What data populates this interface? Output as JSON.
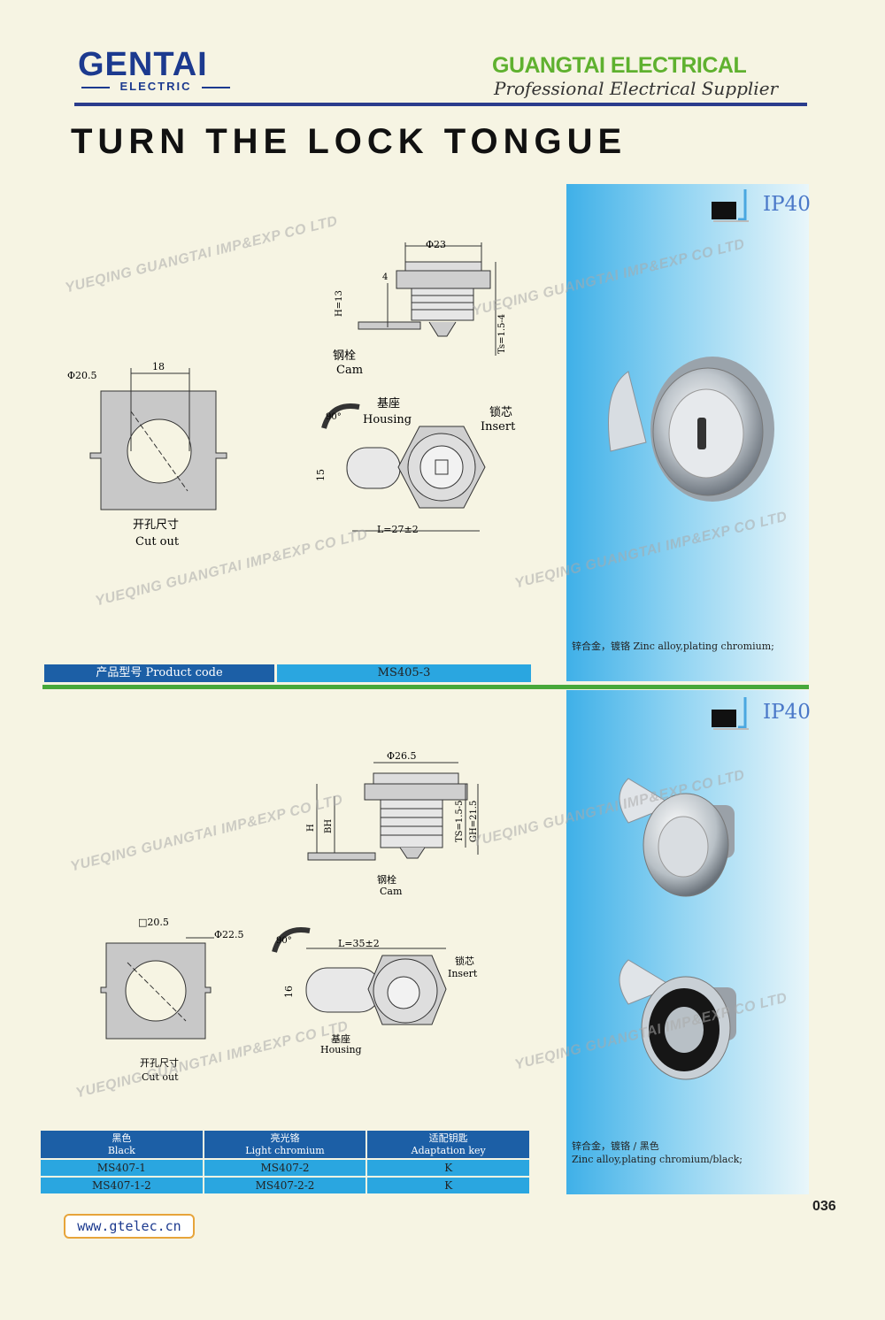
{
  "header": {
    "logo_text": "GENTAI",
    "logo_sub": "ELECTRIC",
    "company": "GUANGTAI ELECTRICAL",
    "tagline": "Professional Electrical Supplier",
    "page_title": "TURN THE LOCK TONGUE"
  },
  "watermark": "YUEQING GUANGTAI IMP&EXP CO LTD",
  "product1": {
    "ip_rating": "IP40",
    "dims": {
      "top_width": "Φ23",
      "top_height": "4",
      "h": "H=13",
      "ts": "Ts=1.5-4",
      "cam_cn": "钢栓",
      "cam_en": "Cam",
      "cut_dia": "Φ20.5",
      "cut_width": "18",
      "cut_cn": "开孔尺寸",
      "cut_en": "Cut out",
      "housing_cn": "基座",
      "housing_en": "Housing",
      "insert_cn": "锁芯",
      "insert_en": "Insert",
      "rot": "90°",
      "w15": "15",
      "length": "L=27±2"
    },
    "material": "锌合金，镀铬 Zinc alloy,plating chromium;",
    "code_label": "产品型号 Product code",
    "code_value": "MS405-3"
  },
  "product2": {
    "ip_rating": "IP40",
    "dims": {
      "top_width": "Φ26.5",
      "h": "H",
      "bh": "BH",
      "ts": "TS=1.5-5",
      "gh": "GH=21.5",
      "cam_cn": "钢栓",
      "cam_en": "Cam",
      "cut_sq": "□20.5",
      "cut_dia": "Φ22.5",
      "cut_cn": "开孔尺寸",
      "cut_en": "Cut out",
      "length": "L=35±2",
      "insert_cn": "锁芯",
      "insert_en": "Insert",
      "w16": "16",
      "housing_cn": "基座",
      "housing_en": "Housing",
      "rot": "90°"
    },
    "material_line1": "锌合金，镀铬 / 黑色",
    "material_line2": "Zinc alloy,plating chromium/black;",
    "table": {
      "headers": [
        {
          "cn": "黑色",
          "en": "Black"
        },
        {
          "cn": "亮光铬",
          "en": "Light chromium"
        },
        {
          "cn": "适配钥匙",
          "en": "Adaptation key"
        }
      ],
      "rows": [
        [
          "MS407-1",
          "MS407-2",
          "K"
        ],
        [
          "MS407-1-2",
          "MS407-2-2",
          "K"
        ]
      ]
    }
  },
  "footer": {
    "url": "www.gtelec.cn",
    "page_number": "036"
  },
  "colors": {
    "brand_blue": "#1c3a8f",
    "brand_green": "#5fb12f",
    "table_dark": "#1c5fa6",
    "table_light": "#2aa6e0",
    "url_border": "#e7a43a"
  }
}
